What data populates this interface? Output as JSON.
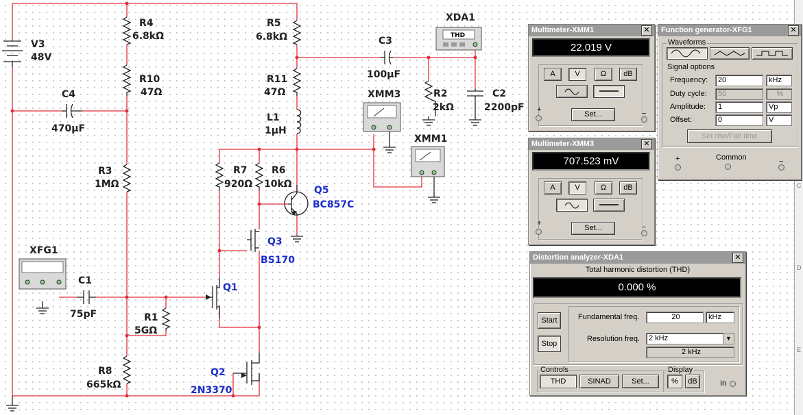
{
  "schematic": {
    "components": {
      "v3": {
        "name": "V3",
        "value": "48V"
      },
      "r4": {
        "name": "R4",
        "value": "6.8kΩ"
      },
      "r10": {
        "name": "R10",
        "value": "47Ω"
      },
      "c4": {
        "name": "C4",
        "value": "470µF"
      },
      "r3": {
        "name": "R3",
        "value": "1MΩ"
      },
      "xfg1": {
        "name": "XFG1"
      },
      "c1": {
        "name": "C1",
        "value": "75pF"
      },
      "r1": {
        "name": "R1",
        "value": "5GΩ"
      },
      "r8": {
        "name": "R8",
        "value": "665kΩ"
      },
      "q2": {
        "name": "Q2",
        "value": "2N3370"
      },
      "q1": {
        "name": "Q1"
      },
      "q3": {
        "name": "Q3",
        "value": "BS170"
      },
      "r7": {
        "name": "R7",
        "value": "920Ω"
      },
      "r6": {
        "name": "R6",
        "value": "10kΩ"
      },
      "q5": {
        "name": "Q5",
        "value": "BC857C"
      },
      "r5": {
        "name": "R5",
        "value": "6.8kΩ"
      },
      "r11": {
        "name": "R11",
        "value": "47Ω"
      },
      "l1": {
        "name": "L1",
        "value": "1µH"
      },
      "c3": {
        "name": "C3",
        "value": "100µF"
      },
      "r2": {
        "name": "R2",
        "value": "2kΩ"
      },
      "c2": {
        "name": "C2",
        "value": "2200pF"
      },
      "xda1": {
        "name": "XDA1",
        "badge": "THD"
      },
      "xmm3": {
        "name": "XMM3"
      },
      "xmm1": {
        "name": "XMM1"
      }
    },
    "ruler_marks": [
      "C",
      "D",
      "E"
    ]
  },
  "multimeter_xmm1": {
    "title": "Multimeter-XMM1",
    "reading": "22.019 V",
    "mode_buttons": [
      "A",
      "V",
      "Ω",
      "dB"
    ],
    "set_label": "Set...",
    "plus": "+",
    "minus": "−"
  },
  "multimeter_xmm3": {
    "title": "Multimeter-XMM3",
    "reading": "707.523 mV",
    "mode_buttons": [
      "A",
      "V",
      "Ω",
      "dB"
    ],
    "set_label": "Set...",
    "plus": "+",
    "minus": "−"
  },
  "function_generator": {
    "title": "Function generator-XFG1",
    "waveforms_label": "Waveforms",
    "signal_options_label": "Signal options",
    "rows": [
      {
        "label": "Frequency:",
        "value": "20",
        "unit": "kHz"
      },
      {
        "label": "Duty cycle:",
        "value": "50",
        "unit": "%"
      },
      {
        "label": "Amplitude:",
        "value": "1",
        "unit": "Vp"
      },
      {
        "label": "Offset:",
        "value": "0",
        "unit": "V"
      }
    ],
    "rise_fall_label": "Set rise/Fall time",
    "plus": "+",
    "common": "Common",
    "minus": "−"
  },
  "distortion_analyzer": {
    "title": "Distortion analyzer-XDA1",
    "heading": "Total harmonic distortion (THD)",
    "reading": "0.000 %",
    "start_label": "Start",
    "stop_label": "Stop",
    "fundamental_label": "Fundamental freq.",
    "fundamental_value": "20",
    "fundamental_unit": "kHz",
    "resolution_label": "Resolution freq.",
    "resolution_value": "2 kHz",
    "resolution_readout": "2 kHz",
    "controls_label": "Controls",
    "thd_label": "THD",
    "sinad_label": "SINAD",
    "set_label": "Set...",
    "display_label": "Display",
    "percent_label": "%",
    "db_label": "dB",
    "in_label": "In"
  }
}
